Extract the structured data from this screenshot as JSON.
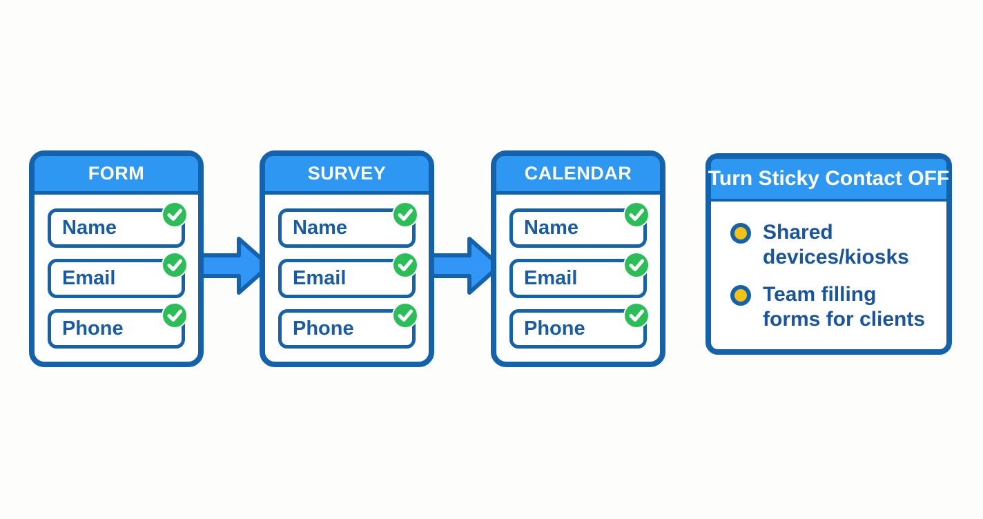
{
  "background": "#fdfdfc",
  "palette": {
    "header_blue": "#2E97F2",
    "border_blue": "#1362AB",
    "field_text_blue": "#1A5CA4",
    "note_text_blue": "#1A559C",
    "check_green": "#2BBE58",
    "check_mark_white": "#ffffff",
    "bullet_yellow": "#F3C217",
    "arrow_fill": "#3196F5",
    "header_text_white": "#ffffff"
  },
  "cards": [
    {
      "title": "FORM",
      "fields": [
        {
          "label": "Name",
          "status_icon": "check-icon"
        },
        {
          "label": "Email",
          "status_icon": "check-icon"
        },
        {
          "label": "Phone",
          "status_icon": "check-icon"
        }
      ]
    },
    {
      "title": "SURVEY",
      "fields": [
        {
          "label": "Name",
          "status_icon": "check-icon"
        },
        {
          "label": "Email",
          "status_icon": "check-icon"
        },
        {
          "label": "Phone",
          "status_icon": "check-icon"
        }
      ]
    },
    {
      "title": "CALENDAR",
      "fields": [
        {
          "label": "Name",
          "status_icon": "check-icon"
        },
        {
          "label": "Email",
          "status_icon": "check-icon"
        },
        {
          "label": "Phone",
          "status_icon": "check-icon"
        }
      ]
    }
  ],
  "arrows": [
    {
      "name": "arrow-form-to-survey",
      "direction": "right"
    },
    {
      "name": "arrow-survey-to-calendar",
      "direction": "right"
    }
  ],
  "note_card": {
    "title": "Turn Sticky Contact OFF",
    "bullets": [
      "Shared devices/kiosks",
      "Team filling forms for clients"
    ]
  }
}
